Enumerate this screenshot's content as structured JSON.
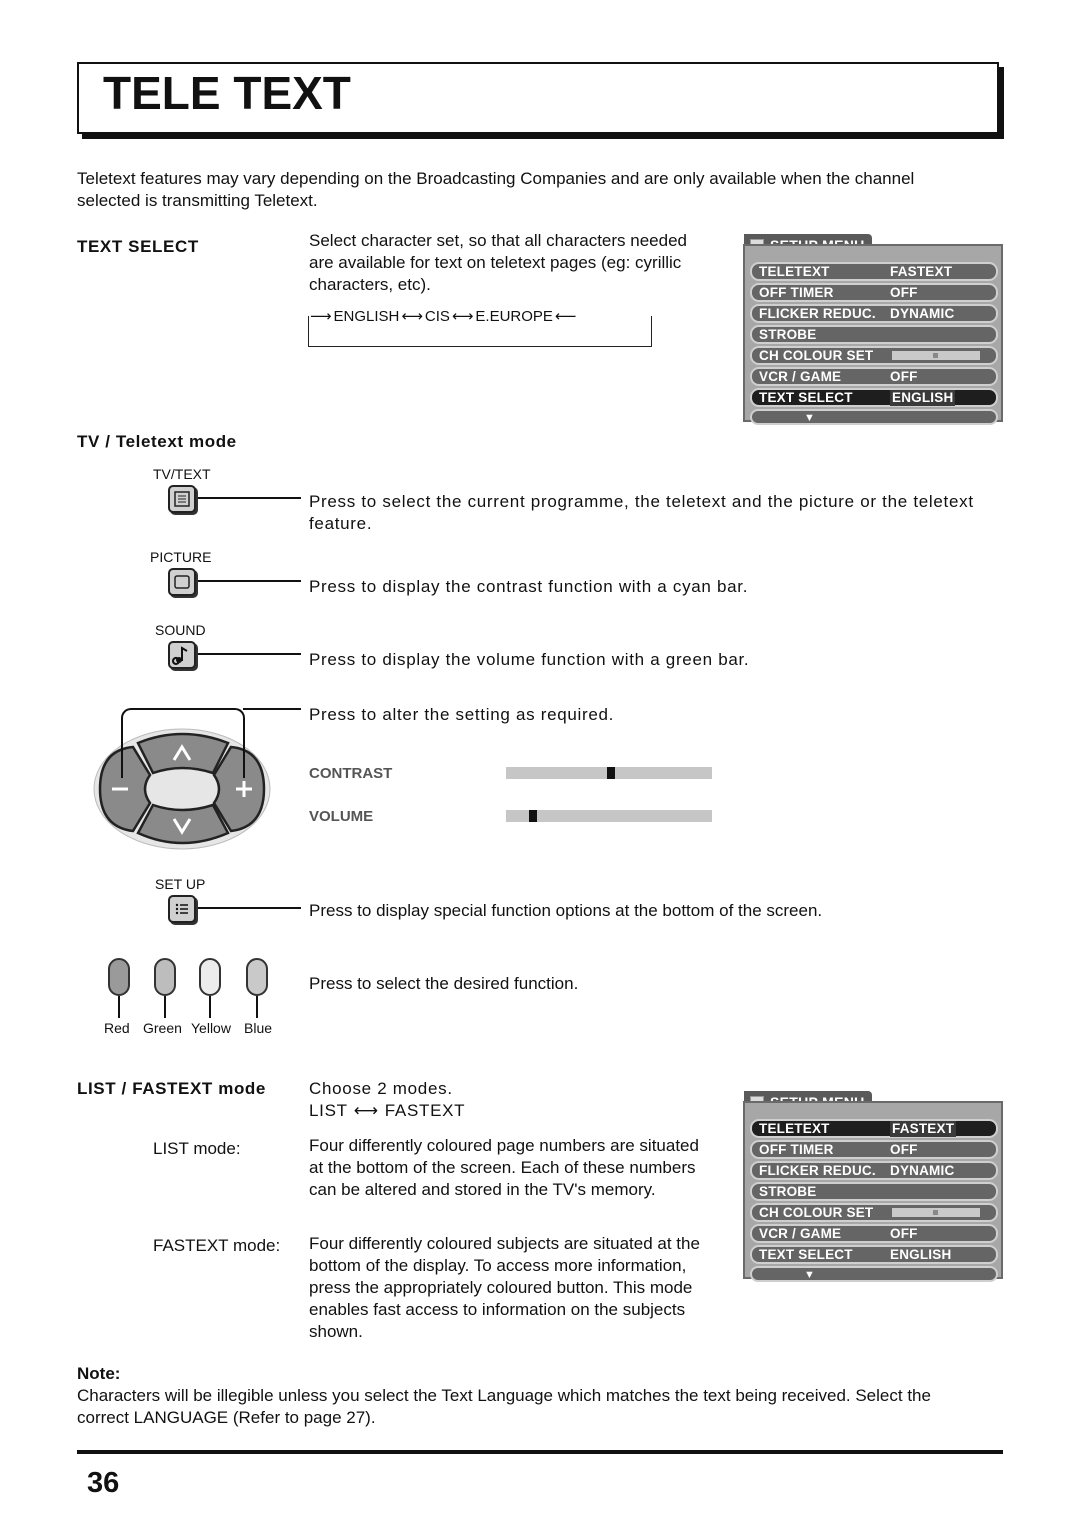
{
  "title": "TELE TEXT",
  "intro": [
    "Teletext features may vary depending on the Broadcasting Companies and are only available when the channel",
    "selected is transmitting Teletext."
  ],
  "text_select": {
    "heading": "TEXT SELECT",
    "desc": [
      "Select character set, so that all characters needed",
      "are available for text on teletext pages (eg: cyrillic",
      "characters, etc)."
    ],
    "flow": [
      "ENGLISH",
      "CIS",
      "E.EUROPE"
    ]
  },
  "menu1": {
    "tab": "SETUP MENU",
    "rows": [
      {
        "k": "TELETEXT",
        "v": "FASTEXT"
      },
      {
        "k": "OFF TIMER",
        "v": "OFF"
      },
      {
        "k": "FLICKER REDUC.",
        "v": "DYNAMIC"
      },
      {
        "k": "STROBE",
        "v": ""
      },
      {
        "k": "CH COLOUR SET",
        "v": ""
      },
      {
        "k": "VCR / GAME",
        "v": "OFF"
      },
      {
        "k": "TEXT SELECT",
        "v": "ENGLISH"
      }
    ],
    "more": "▼"
  },
  "tv_mode": {
    "heading": "TV / Teletext mode",
    "tvtext_label": "TV/TEXT",
    "tvtext_desc": [
      "Press to select the current programme, the teletext and the picture or the teletext",
      "feature."
    ],
    "picture_label": "PICTURE",
    "picture_desc": "Press to display the contrast function with a cyan bar.",
    "sound_label": "SOUND",
    "sound_desc": "Press to display the volume function with a green bar.",
    "adjust_desc": "Press to alter the setting as required.",
    "contrast_label": "CONTRAST",
    "contrast_level": 0.51,
    "volume_label": "VOLUME",
    "volume_level": 0.13,
    "setup_label": "SET UP",
    "setup_desc": "Press to display special function options at the bottom of the screen.",
    "color_desc": "Press to select the desired function.",
    "color_buttons": [
      {
        "name": "Red"
      },
      {
        "name": "Green"
      },
      {
        "name": "Yellow"
      },
      {
        "name": "Blue"
      }
    ]
  },
  "list_mode": {
    "heading": "LIST / FASTEXT mode",
    "choose": "Choose 2 modes.",
    "flow": [
      "LIST",
      "FASTEXT"
    ],
    "list_label": "LIST mode:",
    "list_desc": [
      "Four differently coloured page numbers are situated",
      "at the bottom of the screen. Each of these numbers",
      "can be altered and stored in the TV's memory."
    ],
    "fastext_label": "FASTEXT mode:",
    "fastext_desc": [
      "Four differently coloured subjects are situated at the",
      "bottom of the display. To access more information,",
      "press the appropriately coloured button. This mode",
      "enables fast access to information on the subjects",
      "shown."
    ]
  },
  "menu2": {
    "tab": "SETUP MENU",
    "rows": [
      {
        "k": "TELETEXT",
        "v": "FASTEXT"
      },
      {
        "k": "OFF TIMER",
        "v": "OFF"
      },
      {
        "k": "FLICKER REDUC.",
        "v": "DYNAMIC"
      },
      {
        "k": "STROBE",
        "v": ""
      },
      {
        "k": "CH COLOUR SET",
        "v": ""
      },
      {
        "k": "VCR / GAME",
        "v": "OFF"
      },
      {
        "k": "TEXT SELECT",
        "v": "ENGLISH"
      }
    ],
    "more": "▼"
  },
  "note": {
    "heading": "Note:",
    "text": [
      "Characters will be illegible unless you select the Text Language which matches the text being received. Select the",
      "correct LANGUAGE (Refer to page 27)."
    ]
  },
  "page_number": "36"
}
